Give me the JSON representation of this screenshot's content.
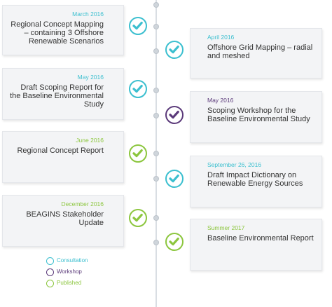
{
  "colors": {
    "consultation": "#3bbfcf",
    "workshop": "#5b3a7a",
    "published": "#8cc63e",
    "spine": "#d9dee3",
    "card_bg": "#f3f4f6"
  },
  "milestones": [
    {
      "date": "March 2016",
      "title": "Regional Concept Mapping – containing 3 Offshore Renewable Scenarios",
      "type": "consultation",
      "side": "left"
    },
    {
      "date": "April 2016",
      "title": "Offshore Grid Mapping – radial and meshed",
      "type": "consultation",
      "side": "right"
    },
    {
      "date": "May 2016",
      "title": "Draft Scoping Report for the Baseline Environmental Study",
      "type": "consultation",
      "side": "left"
    },
    {
      "date": "May 2016",
      "title": "Scoping Workshop for the Baseline Environmental Study",
      "type": "workshop",
      "side": "right"
    },
    {
      "date": "June 2016",
      "title": "Regional Concept Report",
      "type": "published",
      "side": "left"
    },
    {
      "date": "September 26, 2016",
      "title": "Draft Impact Dictionary on Renewable Energy Sources",
      "type": "consultation",
      "side": "right"
    },
    {
      "date": "December 2016",
      "title": "BEAGINS Stakeholder Update",
      "type": "published",
      "side": "left"
    },
    {
      "date": "Summer 2017",
      "title": "Baseline Environmental Report",
      "type": "published",
      "side": "right"
    }
  ],
  "legend": [
    {
      "label": "Consultation",
      "type": "consultation"
    },
    {
      "label": "Workshop",
      "type": "workshop"
    },
    {
      "label": "Published",
      "type": "published"
    }
  ]
}
